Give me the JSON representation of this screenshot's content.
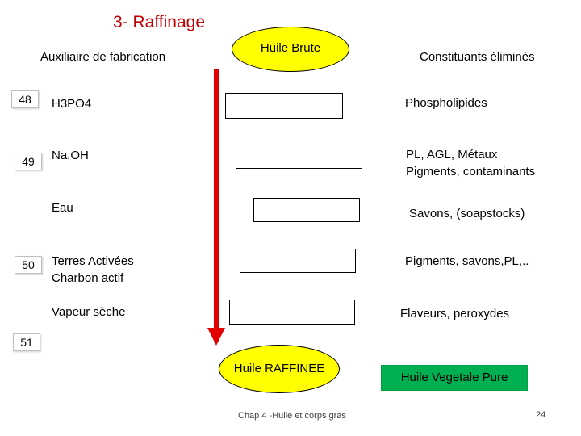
{
  "title": "3- Raffinage",
  "headers": {
    "auxiliary": "Auxiliaire de fabrication",
    "removed": "Constituants éliminés"
  },
  "crude_oil": "Huile Brute",
  "refined_oil": "Huile RAFFINEE",
  "pure_oil": "Huile Vegetale Pure",
  "slide_refs": [
    "48",
    "49",
    "50",
    "51"
  ],
  "auxiliaries": [
    {
      "line1": "H3PO4",
      "line2": ""
    },
    {
      "line1": "Na.OH",
      "line2": ""
    },
    {
      "line1": "Eau",
      "line2": ""
    },
    {
      "line1": "Terres Activées",
      "line2": "Charbon actif"
    },
    {
      "line1": "Vapeur sèche",
      "line2": ""
    }
  ],
  "removed": [
    {
      "line1": "Phospholipides",
      "line2": ""
    },
    {
      "line1": "PL, AGL, Métaux",
      "line2": "Pigments, contaminants"
    },
    {
      "line1": "Savons, (soapstocks)",
      "line2": ""
    },
    {
      "line1": "Pigments, savons,PL,..",
      "line2": ""
    },
    {
      "line1": "Flaveurs, peroxydes",
      "line2": ""
    }
  ],
  "footer": {
    "chapter": "Chap 4 -Huile et corps gras",
    "page": "24"
  },
  "colors": {
    "title": "#c00000",
    "arrow": "#e00000",
    "ellipse_fill": "#ffff00",
    "pure_box_fill": "#00b050"
  }
}
